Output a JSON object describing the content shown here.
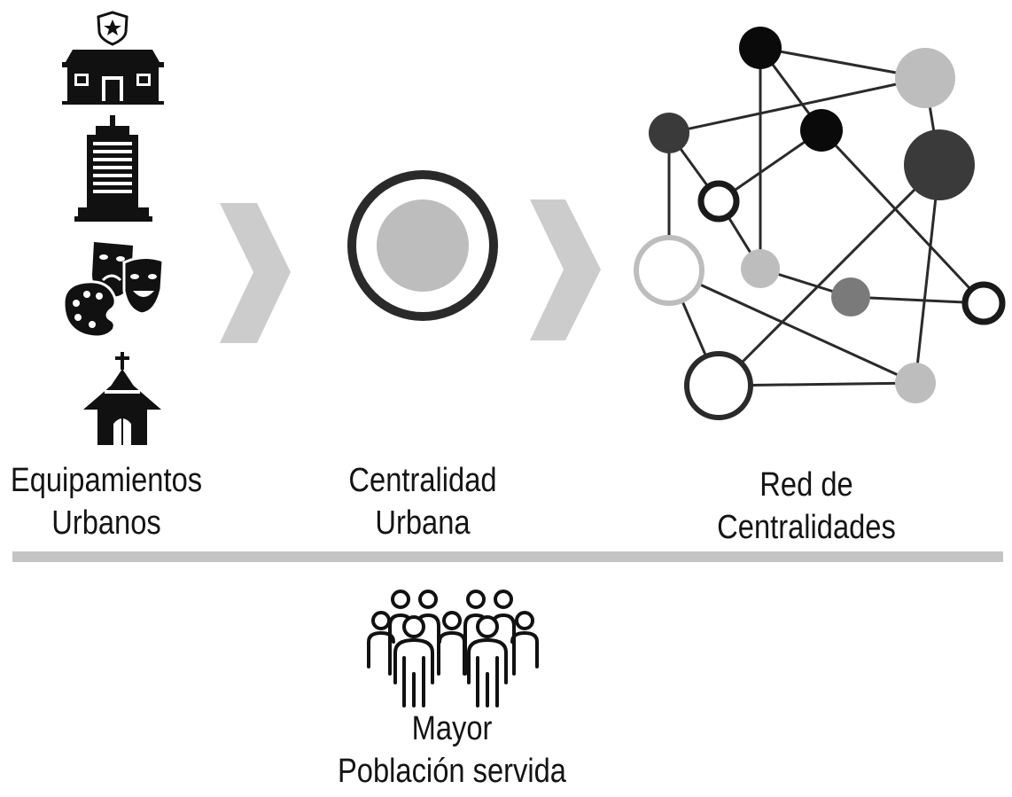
{
  "columns": [
    {
      "id": "equipamientos",
      "lines": [
        "Equipamientos",
        "Urbanos"
      ],
      "icons": [
        "police-station-icon",
        "office-tower-icon",
        "theatre-arts-icon",
        "church-icon"
      ]
    },
    {
      "id": "centralidad",
      "lines": [
        "Centralidad",
        "Urbana"
      ],
      "icons": [
        "centrality-circle-icon"
      ]
    },
    {
      "id": "red",
      "lines": [
        "Red de",
        "Centralidades"
      ],
      "icons": [
        "network-graph-icon"
      ]
    }
  ],
  "bottom": {
    "lines": [
      "Mayor",
      "Población servida"
    ],
    "icon": "people-group-icon"
  },
  "colors": {
    "black": "#0a0a0a",
    "dark_gray": "#3a3a3a",
    "mid_gray": "#7a7a7a",
    "light_gray": "#bdbdbd",
    "chevron": "#cccccc",
    "divider": "#c4c4c4",
    "outline": "#2a2a2a"
  }
}
